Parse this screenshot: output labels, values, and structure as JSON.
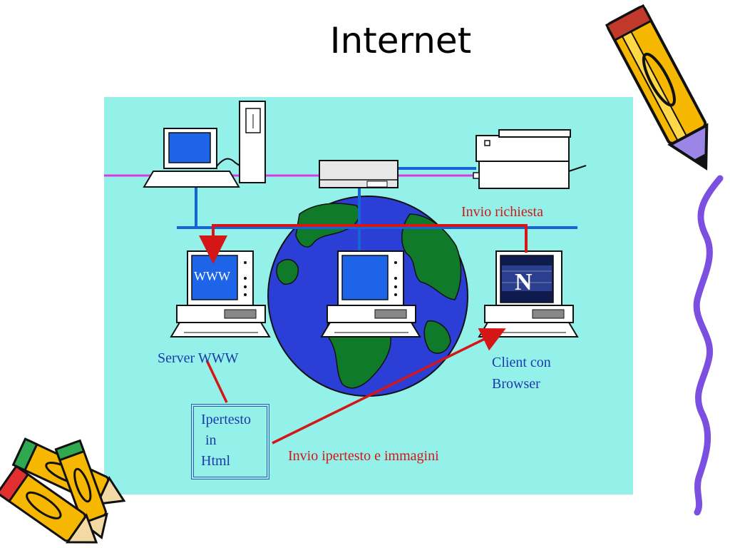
{
  "title": "Internet",
  "nodes": {
    "server": {
      "label": "Server WWW",
      "screen_text": "WWW"
    },
    "client": {
      "label_line1": "Client con",
      "label_line2": "Browser",
      "screen_logo": "N"
    },
    "document": {
      "line1": "Ipertesto",
      "line2": "in",
      "line3": "Html"
    }
  },
  "flows": {
    "request": "Invio richiesta",
    "response": "Invio ipertesto e immagini"
  },
  "colors": {
    "panel": "#93f1ea",
    "text": "#1c3aa8",
    "arrows": "#d41616",
    "network": "#1565d8",
    "lan": "#d83ae0"
  }
}
